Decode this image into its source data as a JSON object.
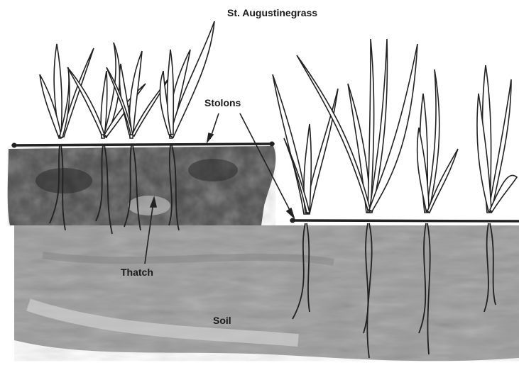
{
  "diagram": {
    "title": "St. Augustinegrass",
    "labels": {
      "stolons": "Stolons",
      "thatch": "Thatch",
      "soil": "Soil"
    }
  }
}
